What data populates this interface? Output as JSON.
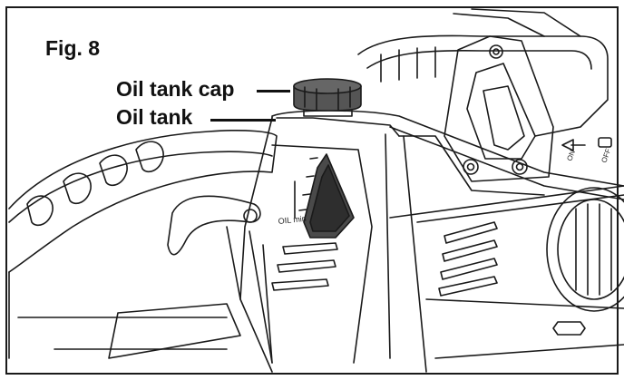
{
  "figure": {
    "label": "Fig. 8"
  },
  "callouts": {
    "oil_tank_cap": "Oil tank cap",
    "oil_tank": "Oil tank"
  },
  "markings": {
    "oil_min": "OIL min",
    "on": "ON",
    "off": "OFF"
  },
  "colors": {
    "line": "#1a1a1a",
    "cap_fill": "#555555",
    "window_fill": "#4a4a4a",
    "background": "#ffffff"
  }
}
